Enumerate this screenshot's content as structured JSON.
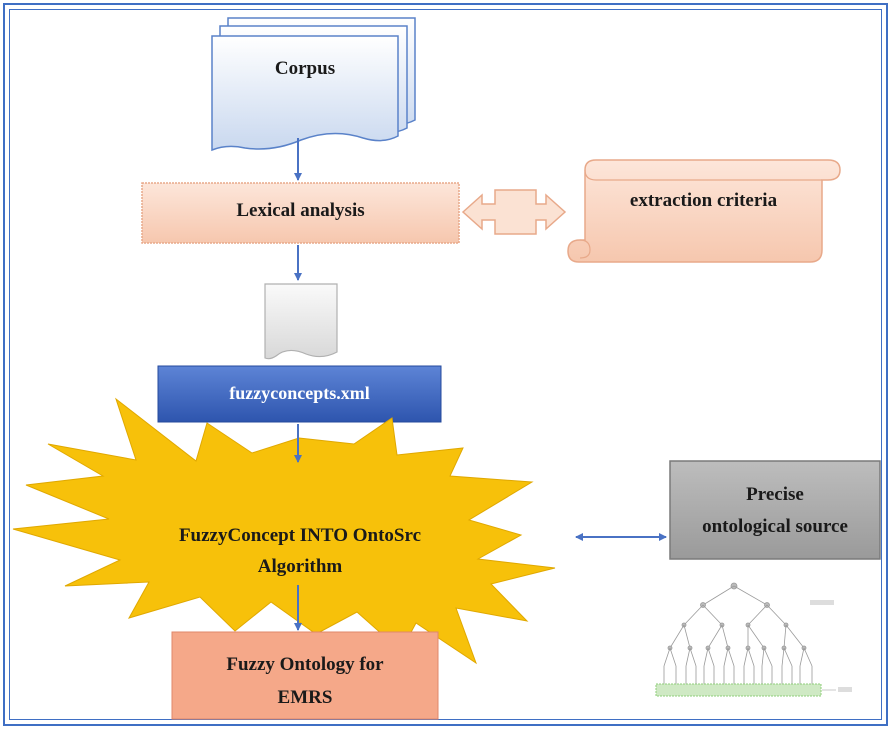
{
  "nodes": {
    "corpus": "Corpus",
    "lexical": "Lexical analysis",
    "criteria": "extraction criteria",
    "xml": "fuzzyconcepts.xml",
    "algorithm_line1": "FuzzyConcept INTO OntoSrc",
    "algorithm_line2": "Algorithm",
    "precise_line1": "Precise",
    "precise_line2": "ontological source",
    "fuzzy_line1": "Fuzzy Ontology for",
    "fuzzy_line2": "EMRS"
  },
  "colors": {
    "frame": "#3f6fc4",
    "arrow": "#4a72c4",
    "peach": "#f9d2bd",
    "peach_border": "#e8a98a",
    "xml_fill": "#3a63c2",
    "star_fill": "#f7c10a",
    "grey_box": "#a6a6a6",
    "fuzzy_box": "#f5a889",
    "tree_green": "#8fce7a"
  },
  "icons": {
    "corpus": "multi-document-icon",
    "document": "document-icon",
    "tree": "ontology-tree-thumbnail"
  }
}
